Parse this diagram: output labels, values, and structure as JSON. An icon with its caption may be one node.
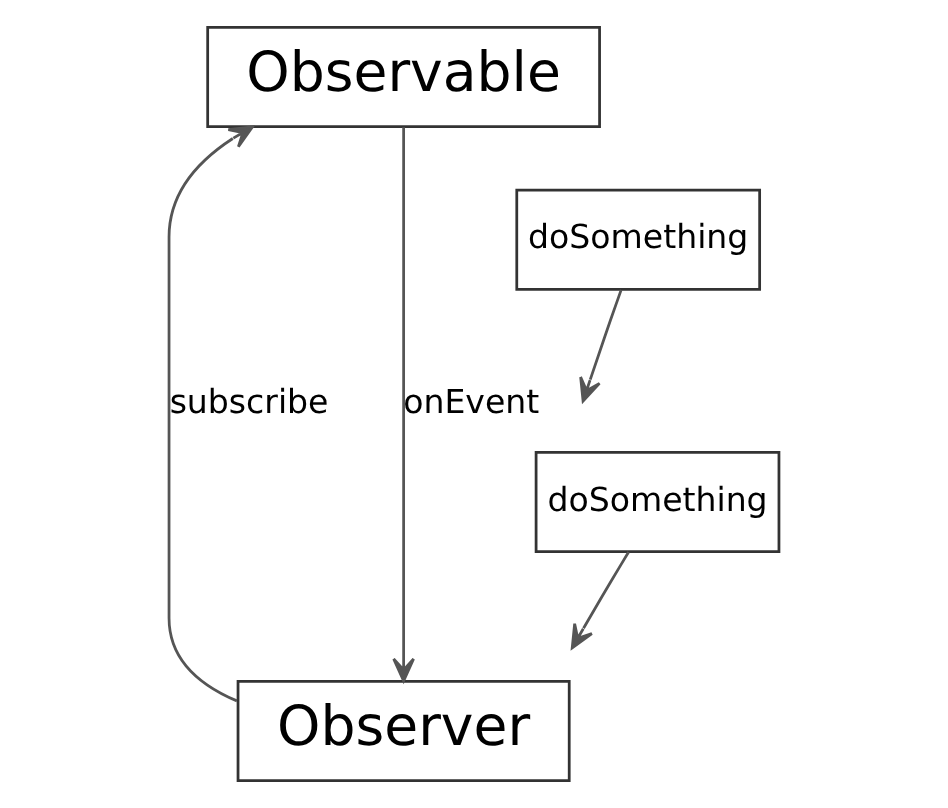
{
  "diagram": {
    "nodes": [
      {
        "text": [
          "Observable"
        ]
      },
      {
        "text": [
          "doSomething"
        ]
      },
      {
        "text": [
          "doSomething"
        ]
      },
      {
        "text": [
          "Observer"
        ]
      }
    ],
    "edges": [
      {
        "from": 3,
        "to": 0,
        "label": "subscribe",
        "arrow": "to"
      },
      {
        "from": 0,
        "to": 3,
        "label": "onEvent",
        "arrow": "to"
      },
      {
        "from": 1,
        "to": null,
        "arrow": "to"
      },
      {
        "from": 2,
        "to": null,
        "arrow": "to"
      }
    ]
  }
}
